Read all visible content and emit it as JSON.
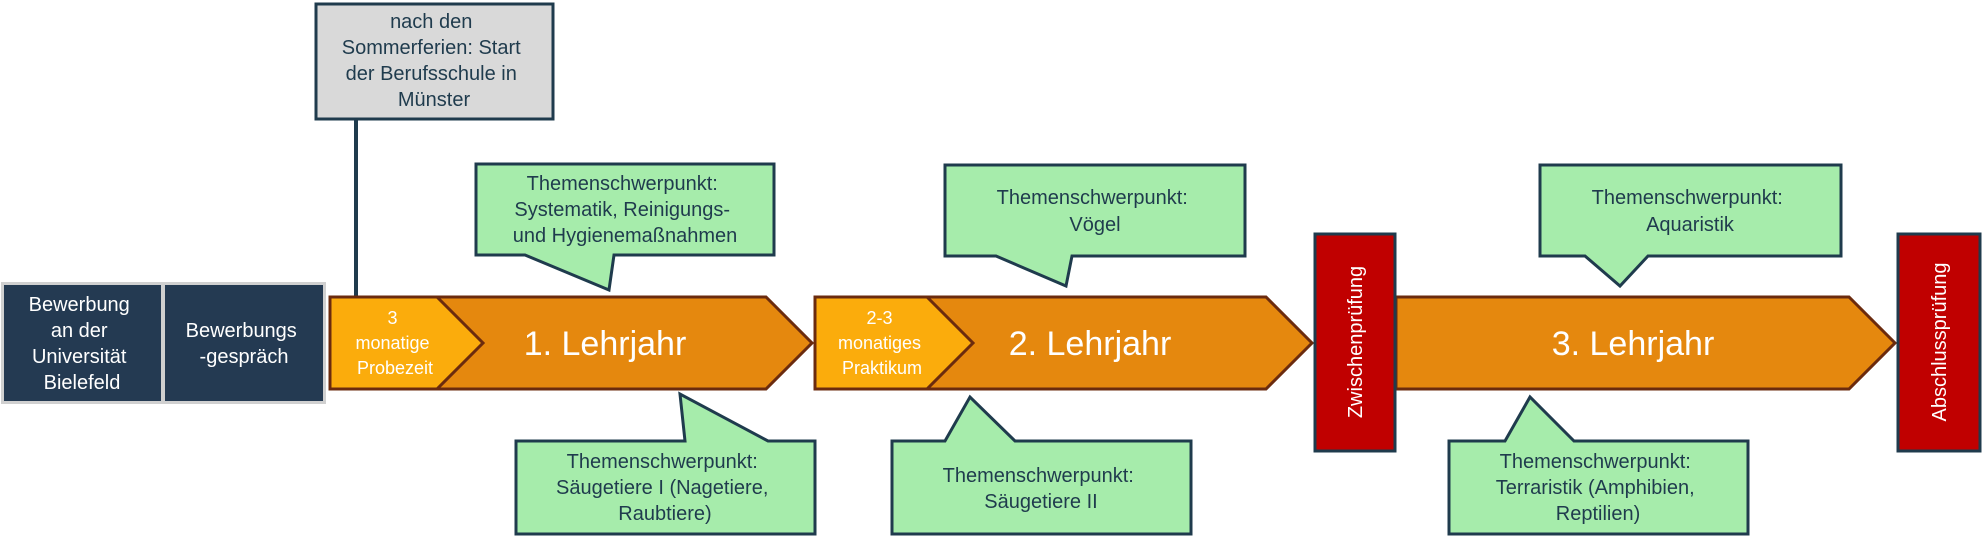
{
  "colors": {
    "dark_box": "#243a52",
    "orange": "#e5880e",
    "light_orange": "#fbac0c",
    "green": "#a6ecab",
    "grey": "#d9d9d9",
    "red": "#c00000",
    "outline": "#1f3b4d",
    "arrow_outline": "#6b2b0e"
  },
  "start": {
    "application": [
      "Bewerbung",
      "an der",
      "Universität",
      "Bielefeld"
    ],
    "interview": [
      "Bewerbungs",
      "-gespräch"
    ]
  },
  "school_note": [
    "nach den",
    "Sommerferien: Start",
    "der Berufsschule in",
    "Münster"
  ],
  "years": [
    {
      "label": "1. Lehrjahr",
      "sub": [
        "3",
        "monatige",
        "Probezeit"
      ],
      "focus_top": [
        "Themenschwerpunkt:",
        "Systematik, Reinigungs-",
        "und Hygienemaßnahmen"
      ],
      "focus_bottom": [
        "Themenschwerpunkt:",
        "Säugetiere I (Nagetiere,",
        "Raubtiere)"
      ]
    },
    {
      "label": "2. Lehrjahr",
      "sub": [
        "2-3",
        "monatiges",
        "Praktikum"
      ],
      "focus_top": [
        "Themenschwerpunkt:",
        "Vögel"
      ],
      "focus_bottom": [
        "Themenschwerpunkt:",
        "Säugetiere II"
      ]
    },
    {
      "label": "3. Lehrjahr",
      "focus_top": [
        "Themenschwerpunkt:",
        "Aquaristik"
      ],
      "focus_bottom": [
        "Themenschwerpunkt:",
        "Terraristik (Amphibien,",
        "Reptilien)"
      ]
    }
  ],
  "exams": {
    "intermediate": "Zwischenprüfung",
    "final": "Abschlussprüfung"
  }
}
